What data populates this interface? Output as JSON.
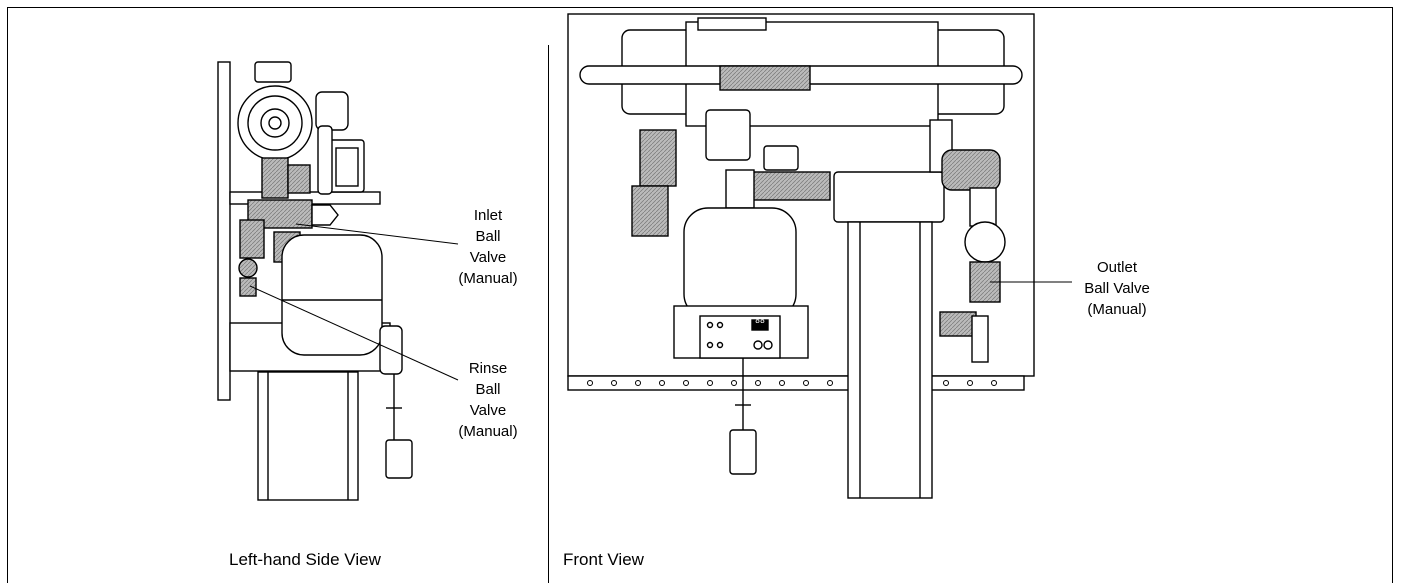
{
  "views": {
    "side": {
      "caption": "Left-hand Side View"
    },
    "front": {
      "caption": "Front View"
    }
  },
  "callouts": {
    "inlet": {
      "line1": "Inlet",
      "line2": "Ball",
      "line3": "Valve",
      "line4": "(Manual)"
    },
    "rinse": {
      "line1": "Rinse",
      "line2": "Ball",
      "line3": "Valve",
      "line4": "(Manual)"
    },
    "outlet": {
      "line1": "Outlet",
      "line2": "Ball Valve",
      "line3": "(Manual)"
    }
  },
  "controller_display": "88"
}
